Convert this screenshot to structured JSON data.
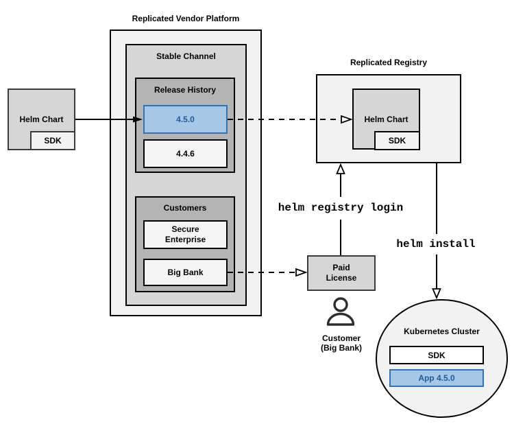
{
  "platform": {
    "title": "Replicated Vendor Platform"
  },
  "stable_channel": {
    "label": "Stable Channel"
  },
  "release_history": {
    "label": "Release History",
    "releases": [
      {
        "version": "4.5.0",
        "highlighted": true
      },
      {
        "version": "4.4.6",
        "highlighted": false
      }
    ]
  },
  "customers": {
    "label": "Customers",
    "items": [
      {
        "name": "Secure Enterprise"
      },
      {
        "name": "Big Bank"
      }
    ]
  },
  "helm_chart_source": {
    "label": "Helm Chart",
    "sdk": "SDK"
  },
  "registry": {
    "title": "Replicated Registry",
    "helm_chart": "Helm Chart",
    "sdk": "SDK"
  },
  "paid_license": {
    "label": "Paid License"
  },
  "customer": {
    "name": "Customer",
    "org": "(Big Bank)"
  },
  "commands": {
    "registry_login": "helm registry login",
    "install": "helm install"
  },
  "cluster": {
    "label": "Kubernetes Cluster",
    "sdk": "SDK",
    "app": "App 4.5.0"
  },
  "colors": {
    "highlight_fill": "#a8c7e7",
    "highlight_border": "#2e74b8",
    "highlight_text": "#1d5b9e",
    "container_light": "#f2f2f2",
    "container_mid": "#d6d6d6",
    "container_dark": "#b4b4b4"
  }
}
